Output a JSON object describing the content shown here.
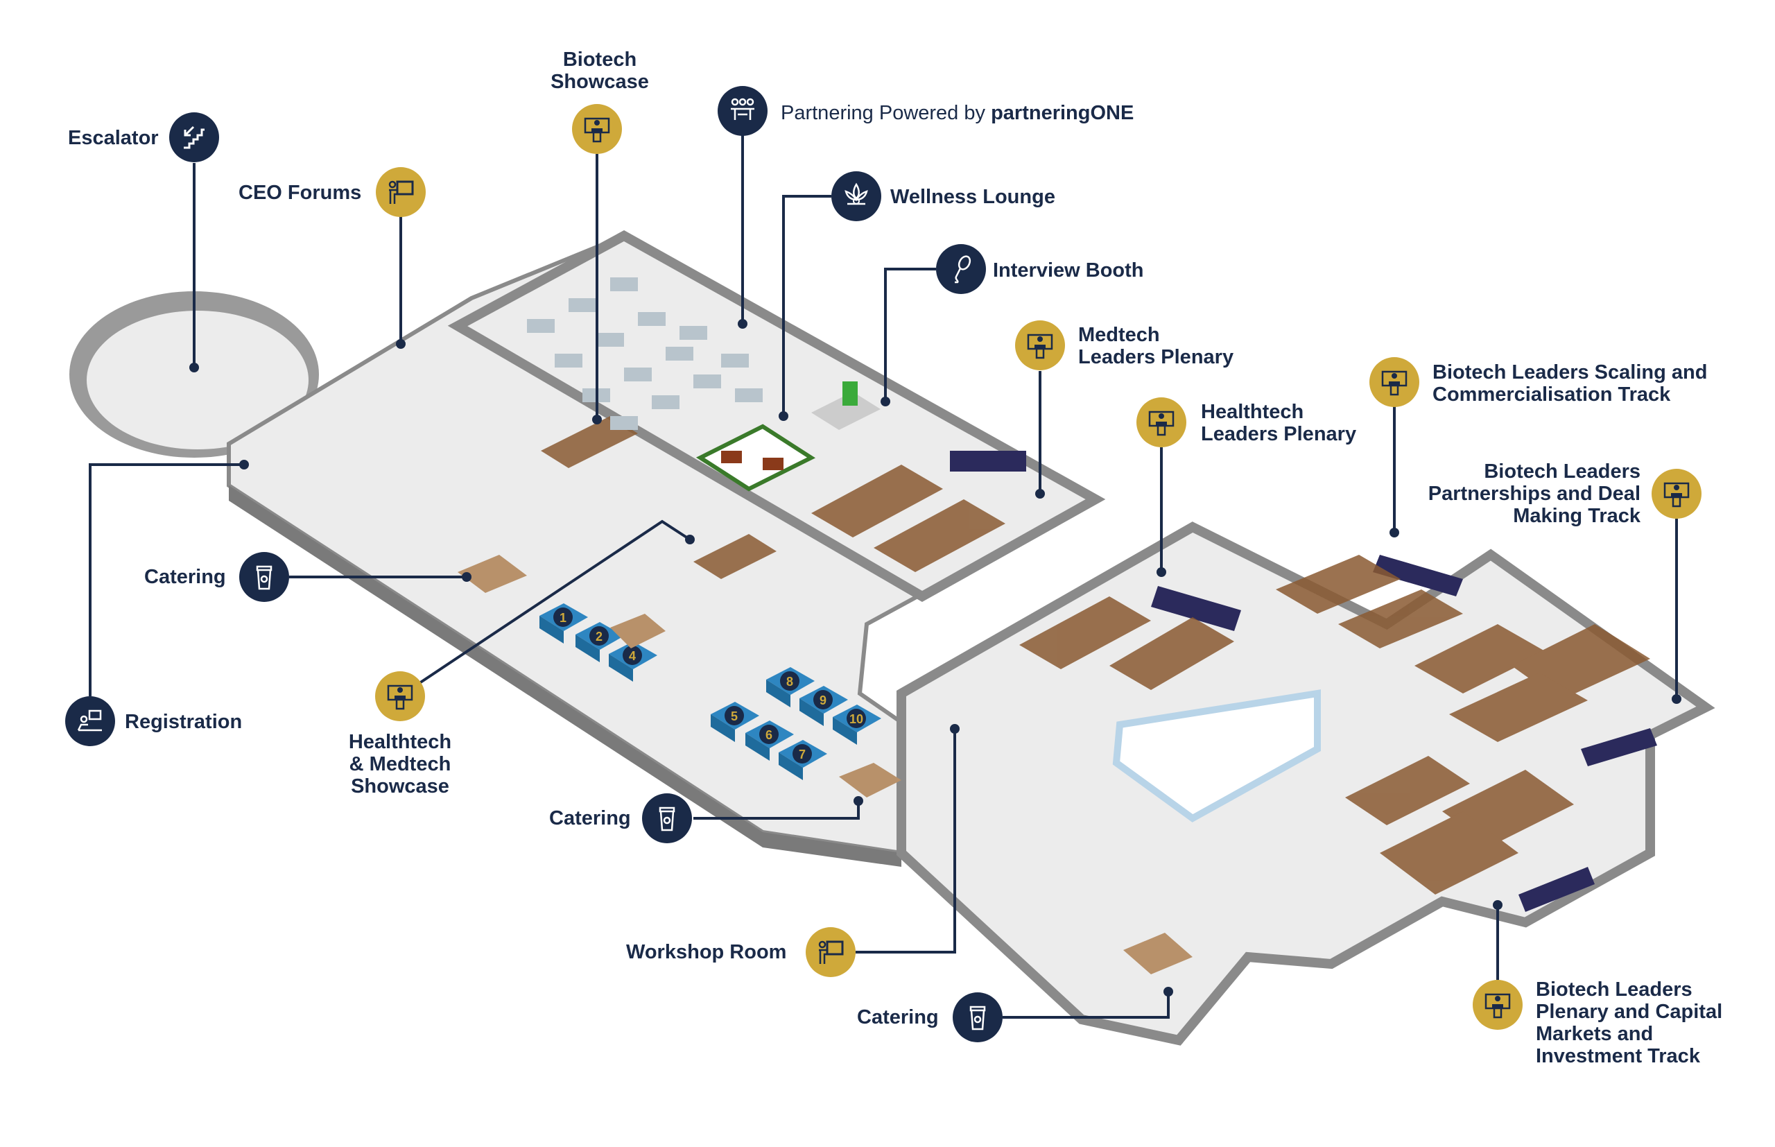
{
  "colors": {
    "navy": "#1a2a48",
    "gold": "#cfa93a",
    "wall_top": "#a8a8a8",
    "wall_side": "#7a7a7a",
    "floor": "#ececec",
    "booth_blue": "#2e86c1",
    "chair_brown": "#8a5a32",
    "stage_purple": "#2b2a5c",
    "catering_tan": "#b8916a"
  },
  "locations": [
    {
      "id": "escalator",
      "label": "Escalator",
      "icon": "escalator-icon",
      "style": "navy"
    },
    {
      "id": "ceo-forums",
      "label": "CEO Forums",
      "icon": "presenter-board-icon",
      "style": "gold"
    },
    {
      "id": "biotech-showcase",
      "label": "Biotech\nShowcase",
      "icon": "podium-icon",
      "style": "gold"
    },
    {
      "id": "partnering",
      "label_prefix": "Partnering Powered by ",
      "label_brand": "partneringONE",
      "icon": "meeting-table-icon",
      "style": "navy"
    },
    {
      "id": "wellness-lounge",
      "label": "Wellness Lounge",
      "icon": "lotus-icon",
      "style": "navy"
    },
    {
      "id": "interview-booth",
      "label": "Interview Booth",
      "icon": "microphone-icon",
      "style": "navy"
    },
    {
      "id": "medtech-plenary",
      "label": "Medtech\nLeaders Plenary",
      "icon": "podium-icon",
      "style": "gold"
    },
    {
      "id": "healthtech-plenary",
      "label": "Healthtech\nLeaders Plenary",
      "icon": "podium-icon",
      "style": "gold"
    },
    {
      "id": "biotech-scaling",
      "label": "Biotech Leaders Scaling and\nCommercialisation Track",
      "icon": "podium-icon",
      "style": "gold"
    },
    {
      "id": "biotech-partnerships",
      "label": "Biotech Leaders\nPartnerships and Deal\nMaking Track",
      "icon": "podium-icon",
      "style": "gold"
    },
    {
      "id": "catering-1",
      "label": "Catering",
      "icon": "coffee-cup-icon",
      "style": "navy"
    },
    {
      "id": "registration",
      "label": "Registration",
      "icon": "registration-desk-icon",
      "style": "navy"
    },
    {
      "id": "healthtech-medtech-showcase",
      "label": "Healthtech\n& Medtech\nShowcase",
      "icon": "podium-icon",
      "style": "gold"
    },
    {
      "id": "catering-2",
      "label": "Catering",
      "icon": "coffee-cup-icon",
      "style": "navy"
    },
    {
      "id": "workshop-room",
      "label": "Workshop Room",
      "icon": "presenter-board-icon",
      "style": "gold"
    },
    {
      "id": "catering-3",
      "label": "Catering",
      "icon": "coffee-cup-icon",
      "style": "navy"
    },
    {
      "id": "biotech-plenary-capital",
      "label": "Biotech Leaders\nPlenary and Capital\nMarkets and\nInvestment Track",
      "icon": "podium-icon",
      "style": "gold"
    }
  ],
  "booths": [
    "1",
    "2",
    "4",
    "5",
    "6",
    "7",
    "8",
    "9",
    "10"
  ]
}
